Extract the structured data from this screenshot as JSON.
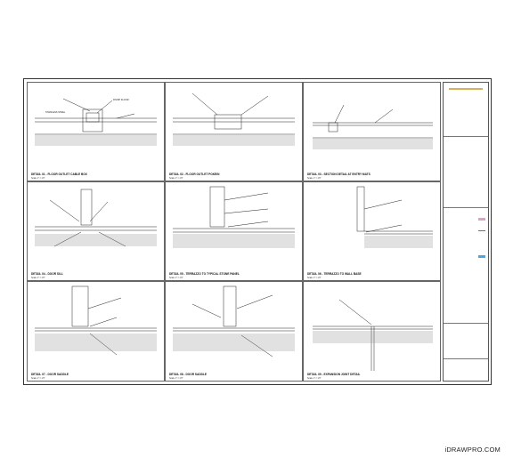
{
  "details": [
    {
      "caption": "DETAIL 01 - FLOOR OUTLET CABLE BOX",
      "scale": "Scale 1\" = 1'0\""
    },
    {
      "caption": "DETAIL 02 - FLOOR OUTLET POKEIN",
      "scale": "Scale 1\" = 1'0\""
    },
    {
      "caption": "DETAIL 03 - SECTION DETAIL AT ENTRY MATS",
      "scale": "Scale 1\" = 1'0\""
    },
    {
      "caption": "DETAIL 04 - DOOR SILL",
      "scale": "Scale 1\" = 1'0\""
    },
    {
      "caption": "DETAIL 05 - TERRAZZO TO TYPICAL STONE PANEL",
      "scale": "Scale 1\" = 1'0\""
    },
    {
      "caption": "DETAIL 06 - TERRAZZO TO WALL BASE",
      "scale": "Scale 1\" = 1'0\""
    },
    {
      "caption": "DETAIL 07 - DOOR SADDLE",
      "scale": "Scale 1\" = 1'0\""
    },
    {
      "caption": "DETAIL 08 - DOOR SADDLE",
      "scale": "Scale 1\" = 1'0\""
    },
    {
      "caption": "DETAIL 09 - EXPANSION JOINT DETAIL",
      "scale": "Scale 1\" = 1'0\""
    }
  ],
  "watermark": "iDRAWPRO.COM",
  "colors": {
    "line": "#222222",
    "hatch": "#555555",
    "swatch_pink": "#d9a0d0",
    "swatch_red": "#e04040",
    "swatch_blue": "#4aa8e0"
  }
}
